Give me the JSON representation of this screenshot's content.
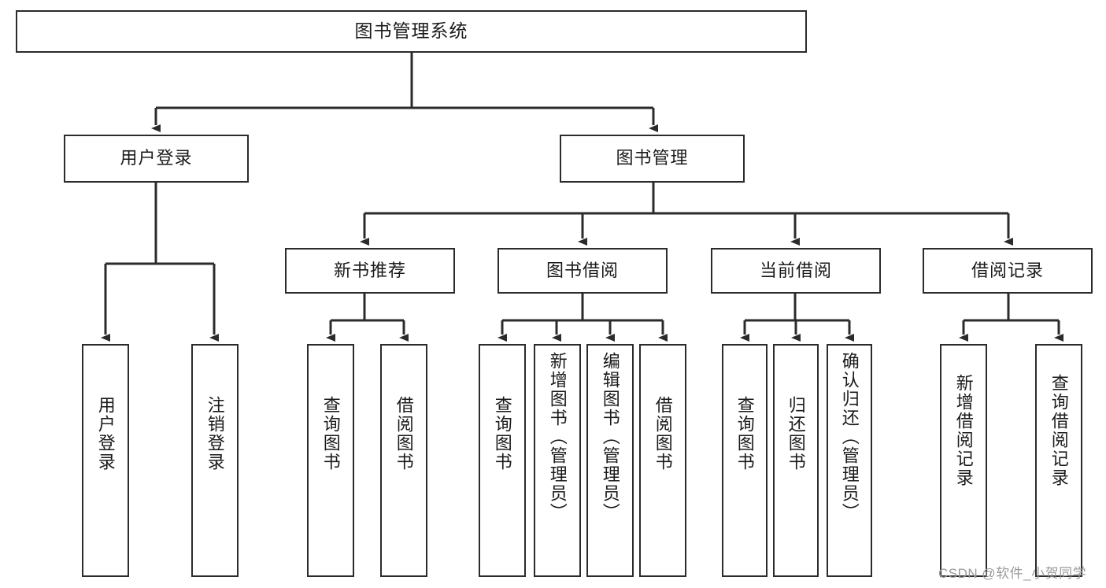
{
  "diagram": {
    "title": "图书管理系统",
    "type": "tree-hierarchy-chart",
    "colors": {
      "box_border": "#2b2b2b",
      "box_fill": "#ffffff",
      "edge": "#2b2b2b",
      "text": "#1a1a1a",
      "watermark": "#9a9a9a",
      "background": "#ffffff"
    }
  },
  "nodes": {
    "root": {
      "label": "图书管理系统"
    },
    "level2": [
      {
        "id": "user-login",
        "label": "用户登录"
      },
      {
        "id": "book-management",
        "label": "图书管理"
      }
    ],
    "level3": [
      {
        "id": "new-book-recommend",
        "label": "新书推荐"
      },
      {
        "id": "book-borrow",
        "label": "图书借阅"
      },
      {
        "id": "current-borrow",
        "label": "当前借阅"
      },
      {
        "id": "borrow-record",
        "label": "借阅记录"
      }
    ],
    "leaves": {
      "user_login": [
        {
          "id": "leaf-user-login",
          "label": "用户登录"
        },
        {
          "id": "leaf-logout-login",
          "label": "注销登录"
        }
      ],
      "new_book_recommend": [
        {
          "id": "leaf-query-book-1",
          "label": "查询图书"
        },
        {
          "id": "leaf-borrow-book-1",
          "label": "借阅图书"
        }
      ],
      "book_borrow": [
        {
          "id": "leaf-query-book-2",
          "label": "查询图书"
        },
        {
          "id": "leaf-add-book",
          "label": "新增图书（管理员）"
        },
        {
          "id": "leaf-edit-book",
          "label": "编辑图书（管理员）"
        },
        {
          "id": "leaf-borrow-book-2",
          "label": "借阅图书"
        }
      ],
      "current_borrow": [
        {
          "id": "leaf-query-book-3",
          "label": "查询图书"
        },
        {
          "id": "leaf-return-book",
          "label": "归还图书"
        },
        {
          "id": "leaf-confirm-return",
          "label": "确认归还（管理员）"
        }
      ],
      "borrow_record": [
        {
          "id": "leaf-add-record",
          "label": "新增借阅记录"
        },
        {
          "id": "leaf-query-record",
          "label": "查询借阅记录"
        }
      ]
    }
  },
  "watermark": {
    "text": "CSDN @软件_小贺同学"
  }
}
